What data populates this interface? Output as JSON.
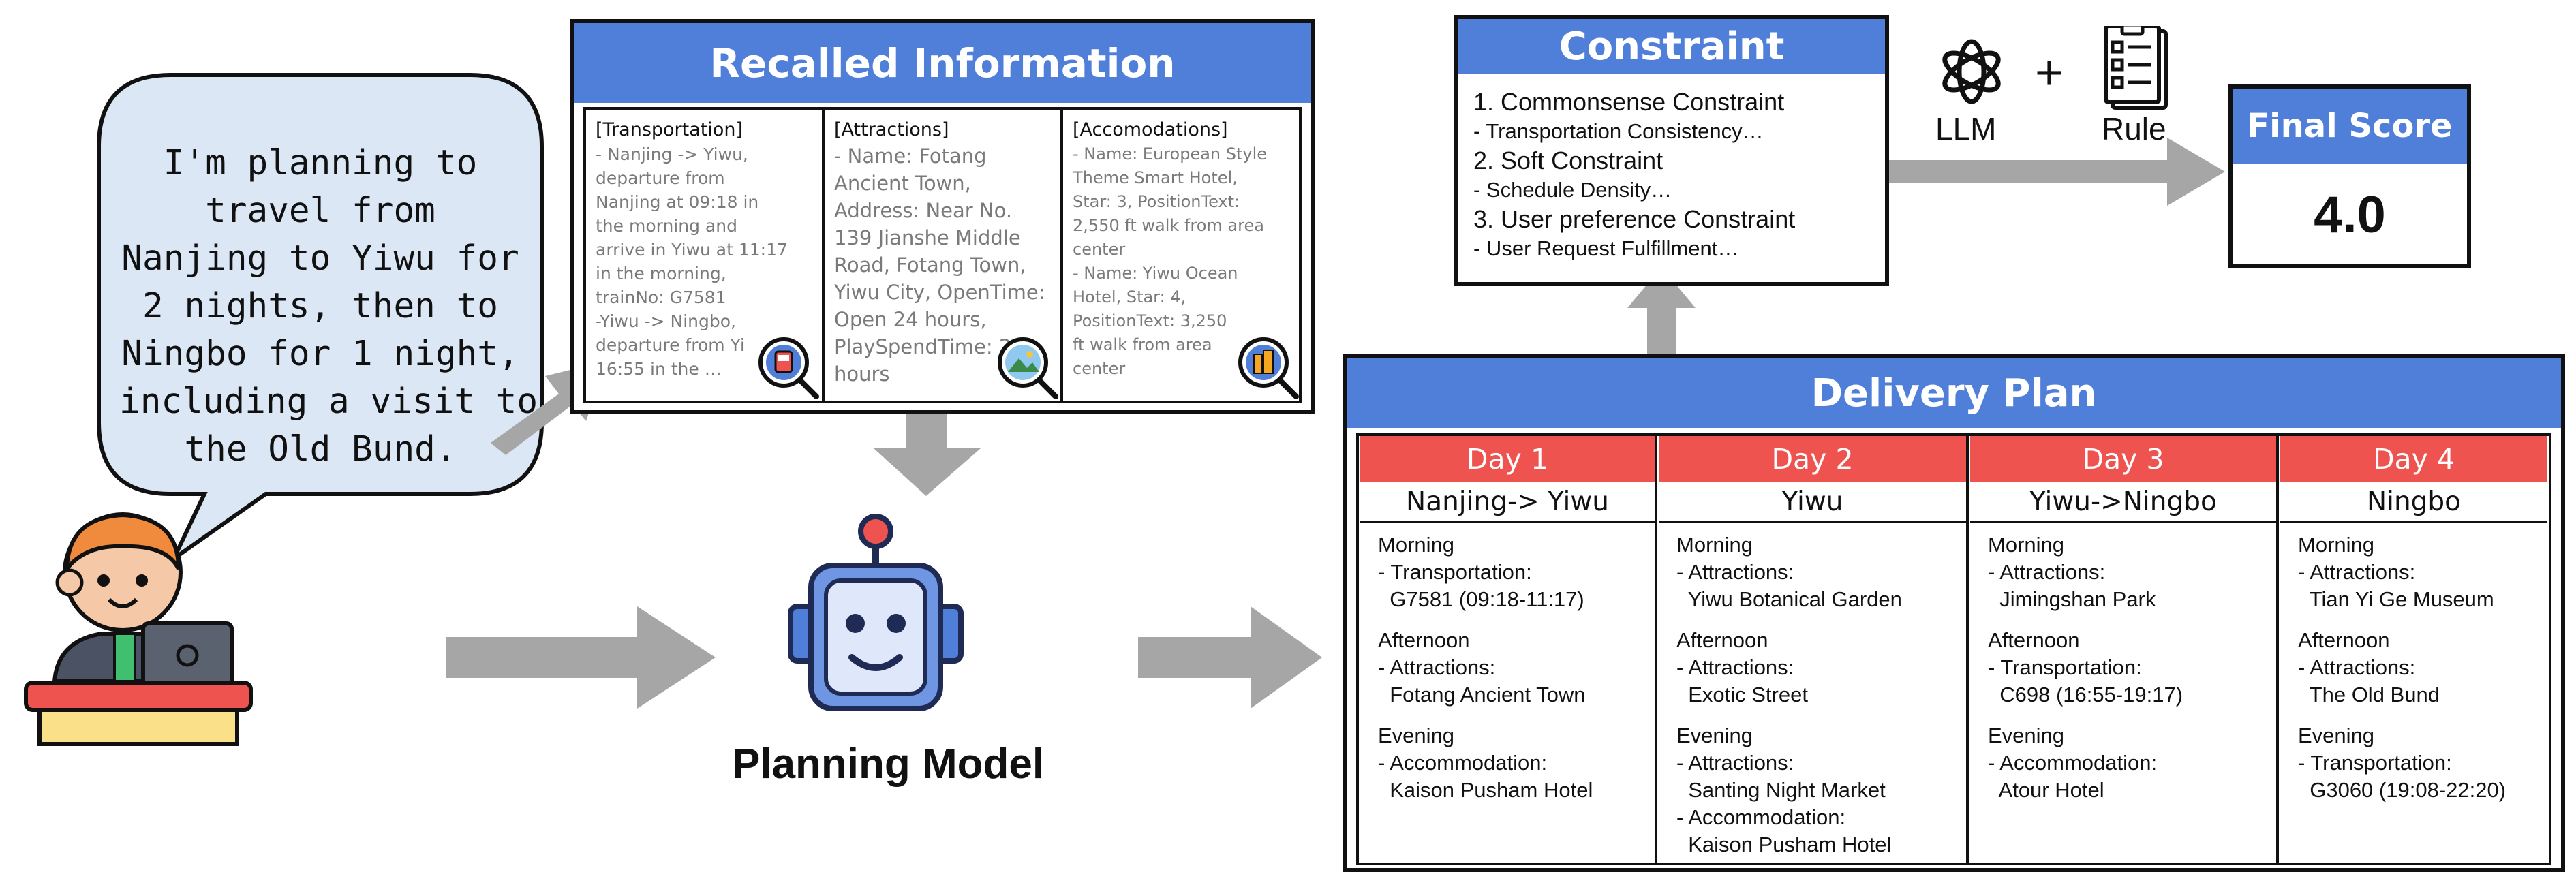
{
  "user_request": {
    "lines": [
      "I'm planning to",
      "travel from",
      "Nanjing to Yiwu for",
      "2 nights, then to",
      "Ningbo for 1 night,",
      "including a visit to",
      "the Old Bund."
    ]
  },
  "recalled": {
    "title": "Recalled Information",
    "transportation": {
      "header": "[Transportation]",
      "lines": [
        "- Nanjing -> Yiwu,",
        "departure from",
        "Nanjing at 09:18 in",
        "the morning and",
        "arrive in Yiwu at 11:17",
        "in the morning,",
        "trainNo: G7581",
        "-Yiwu -> Ningbo,",
        "departure from Yi",
        "16:55 in the …"
      ]
    },
    "attractions": {
      "header": "[Attractions]",
      "lines": [
        "- Name: Fotang",
        "Ancient Town,",
        "Address: Near No.",
        "139 Jianshe Middle",
        "Road, Fotang Town,",
        "Yiwu City, OpenTime:",
        "Open 24 hours,",
        "PlaySpendTime:  2",
        "hours"
      ]
    },
    "accommodations": {
      "header": "[Accomodations]",
      "lines": [
        "- Name: European Style",
        "Theme Smart Hotel,",
        "Star: 3, PositionText:",
        "2,550 ft walk from area",
        "center",
        "- Name: Yiwu Ocean",
        "Hotel, Star: 4,",
        "PositionText: 3,250",
        "ft walk from area",
        "center"
      ]
    }
  },
  "model": {
    "label": "Planning Model"
  },
  "constraint": {
    "title": "Constraint",
    "items": [
      {
        "heading": "1. Commonsense Constraint",
        "detail": "- Transportation Consistency…"
      },
      {
        "heading": "2. Soft Constraint",
        "detail": "- Schedule Density…"
      },
      {
        "heading": "3. User preference Constraint",
        "detail": "- User Request Fulfillment…"
      }
    ]
  },
  "evaluator": {
    "llm_label": "LLM",
    "plus": "+",
    "rule_label": "Rule"
  },
  "final": {
    "title": "Final Score",
    "score": "4.0"
  },
  "delivery": {
    "title": "Delivery Plan",
    "days": [
      {
        "day": "Day 1",
        "route": "Nanjing-> Yiwu",
        "blocks": [
          [
            "Morning",
            "- Transportation:",
            "  G7581 (09:18-11:17)"
          ],
          [
            "Afternoon",
            "- Attractions:",
            "  Fotang Ancient Town"
          ],
          [
            "Evening",
            "- Accommodation:",
            "  Kaison Pusham Hotel"
          ]
        ]
      },
      {
        "day": "Day 2",
        "route": "Yiwu",
        "blocks": [
          [
            "Morning",
            "- Attractions:",
            "  Yiwu Botanical Garden"
          ],
          [
            "Afternoon",
            "- Attractions:",
            "  Exotic Street"
          ],
          [
            "Evening",
            "- Attractions:",
            "  Santing Night Market",
            "- Accommodation:",
            "  Kaison Pusham Hotel"
          ]
        ]
      },
      {
        "day": "Day 3",
        "route": "Yiwu->Ningbo",
        "blocks": [
          [
            "Morning",
            "- Attractions:",
            "  Jimingshan Park"
          ],
          [
            "Afternoon",
            "- Transportation:",
            "  C698 (16:55-19:17)"
          ],
          [
            "Evening",
            "- Accommodation:",
            "  Atour Hotel"
          ]
        ]
      },
      {
        "day": "Day 4",
        "route": "Ningbo",
        "blocks": [
          [
            "Morning",
            "- Attractions:",
            "  Tian Yi Ge Museum"
          ],
          [
            "Afternoon",
            "- Attractions:",
            "  The Old Bund"
          ],
          [
            "Evening",
            "- Transportation:",
            "  G3060 (19:08-22:20)"
          ]
        ]
      }
    ]
  },
  "colors": {
    "header_blue": "#4f7fd8",
    "day_red": "#ef5350",
    "arrow_gray": "#a6a6a6",
    "bubble_fill": "#dbe7f5"
  }
}
